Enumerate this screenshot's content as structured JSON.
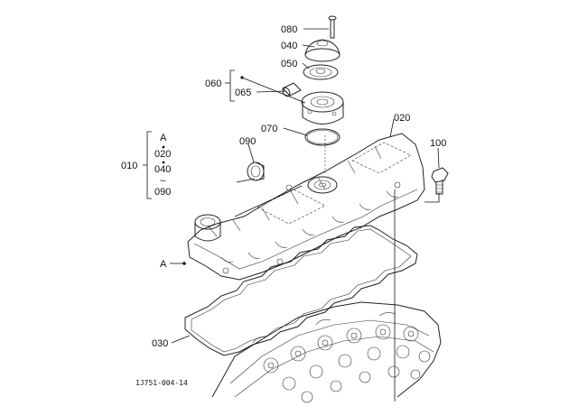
{
  "diagram": {
    "callouts": {
      "p080": "080",
      "p040": "040",
      "p050": "050",
      "p060": "060",
      "p065": "065",
      "p070": "070",
      "p020": "020",
      "p090": "090",
      "p100": "100",
      "p010": "010",
      "pA_left": "A",
      "pA_bottom": "A",
      "p030": "030"
    },
    "group_010": {
      "line1": "A",
      "line2": "020",
      "line3": "040",
      "line4": "~",
      "line5": "090"
    },
    "figure_id": "1J751-004-14"
  }
}
